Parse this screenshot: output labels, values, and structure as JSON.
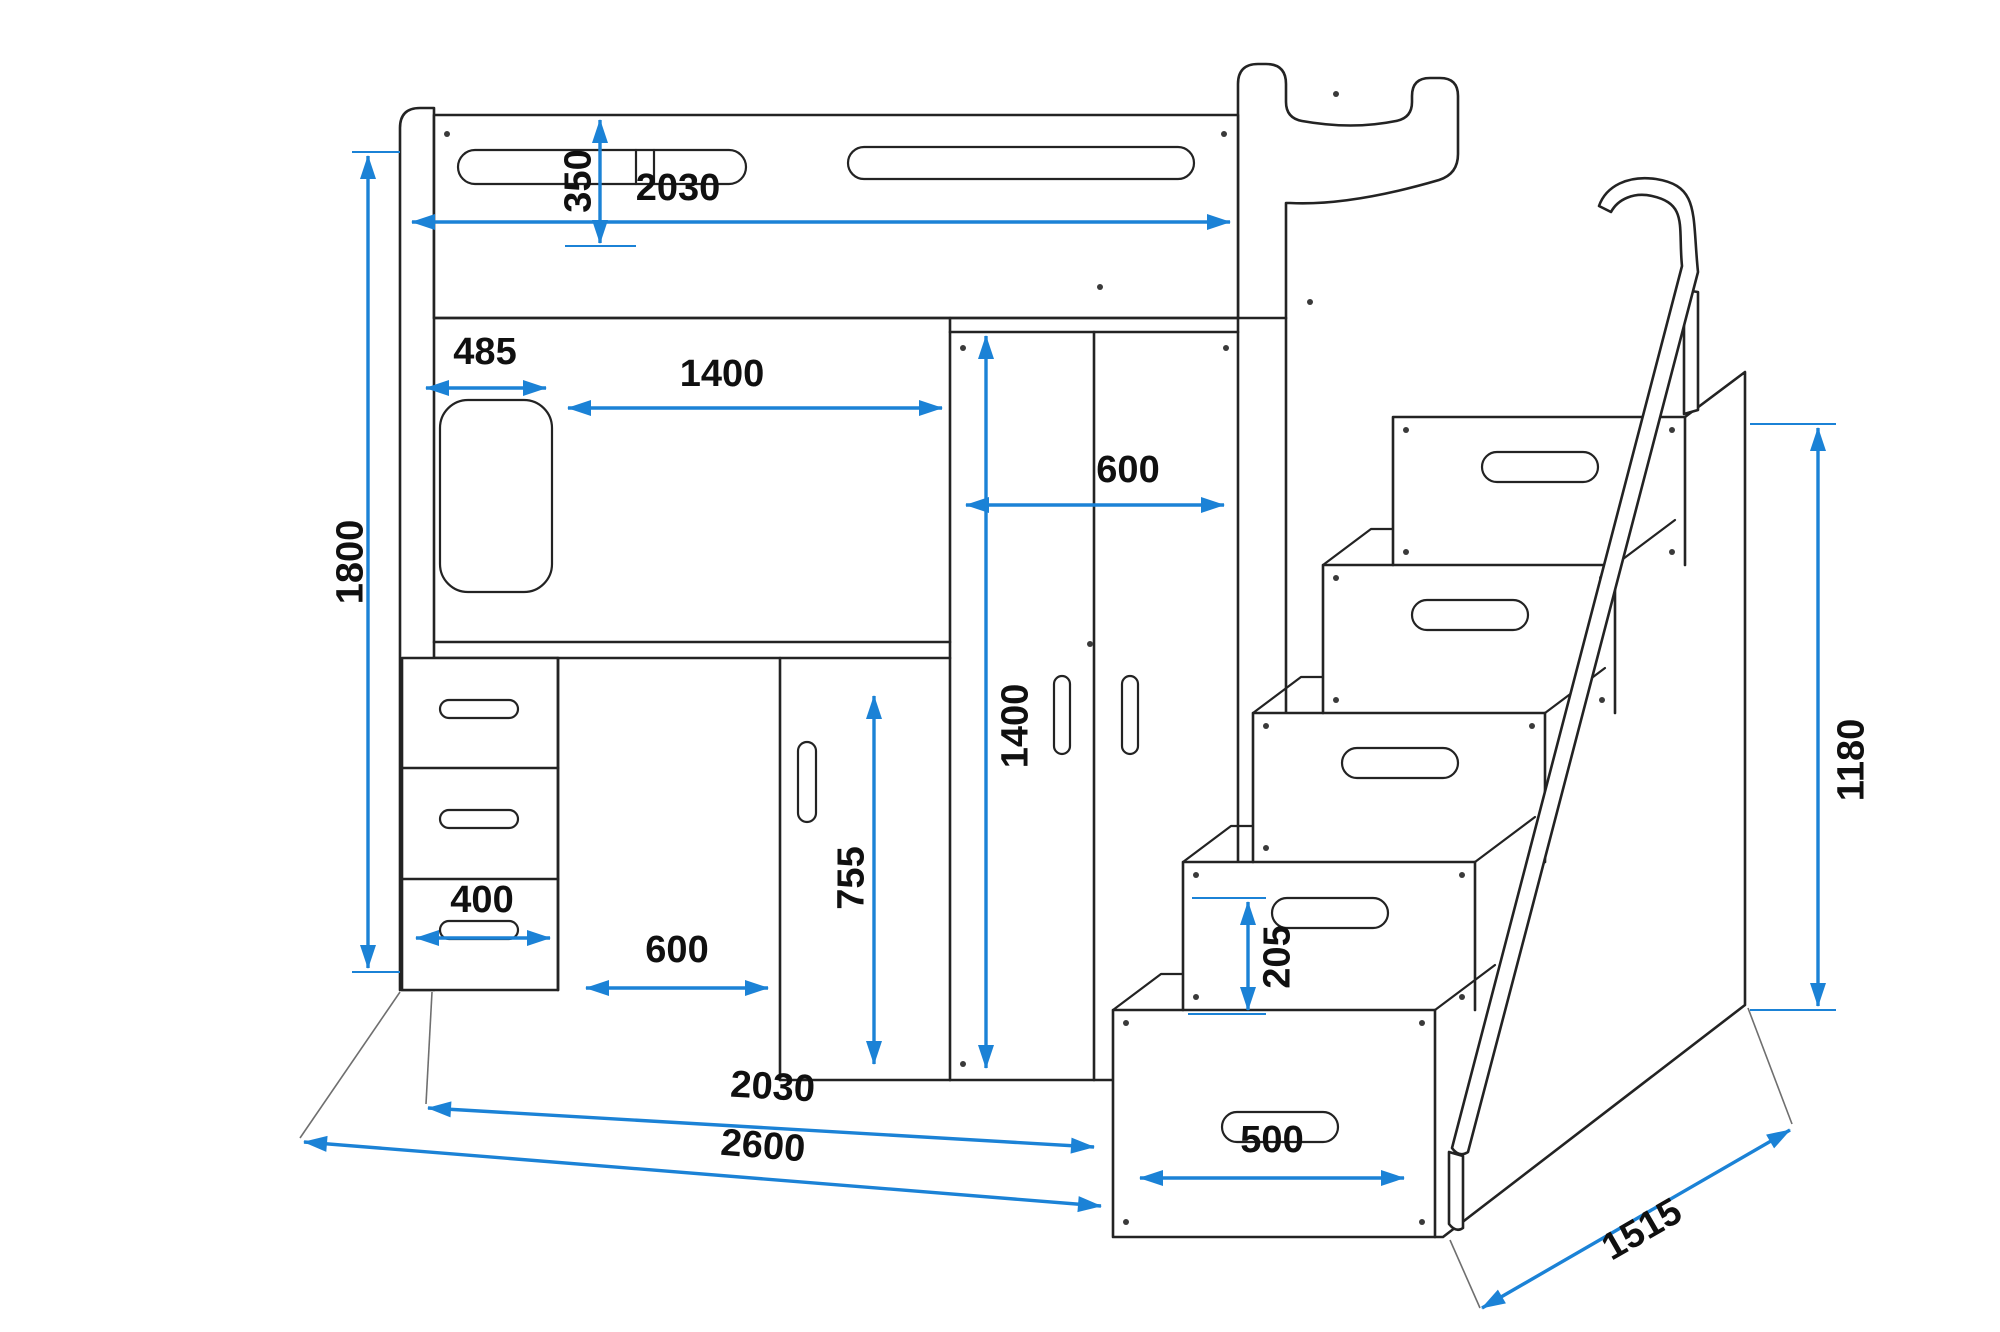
{
  "drawing": {
    "type": "furniture-technical-drawing",
    "subject": "loft bed with desk, wardrobe and storage stairs",
    "colors": {
      "background": "#ffffff",
      "outline": "#232323",
      "dimension_arrows": "#1b82d6",
      "dimension_text": "#101010"
    }
  },
  "dims": {
    "bed_length": "2030",
    "guard_rail_height": "350",
    "head_shelf_depth": "485",
    "desk_width": "1400",
    "wardrobe_width": "600",
    "total_height": "1800",
    "wardrobe_height": "1400",
    "under_desk_clearance": "755",
    "drawer_unit_width": "400",
    "kneehole_width": "600",
    "step_rise": "205",
    "bottom_step_width": "500",
    "base_length": "2030",
    "overall_length": "2600",
    "overall_depth": "1515",
    "staircase_height": "1180"
  }
}
